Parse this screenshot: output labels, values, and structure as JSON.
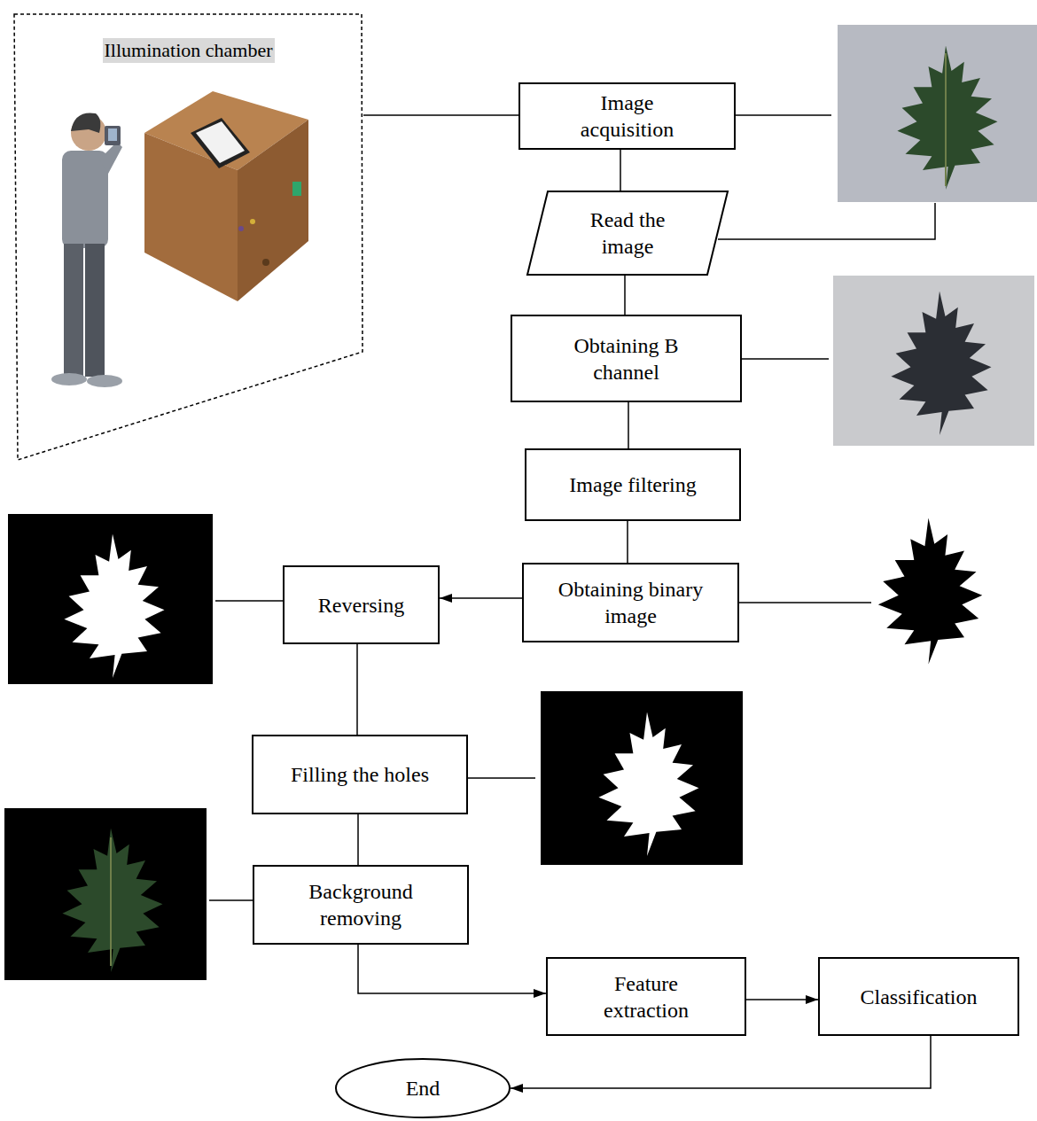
{
  "diagram": {
    "nodes": [
      {
        "text": [
          "Illumination chamber"
        ]
      },
      {
        "text": [
          "Image acquisition"
        ]
      },
      {
        "text": [
          "Read the image"
        ]
      },
      {
        "text": [
          "Obtaining B channel"
        ]
      },
      {
        "text": [
          "Image filtering"
        ]
      },
      {
        "text": [
          "Obtaining binary image"
        ]
      },
      {
        "text": [
          "Reversing"
        ]
      },
      {
        "text": [
          "Filling the holes"
        ]
      },
      {
        "text": [
          "Background removing"
        ]
      },
      {
        "text": [
          "Feature extraction"
        ]
      },
      {
        "text": [
          "Classification"
        ]
      },
      {
        "text": [
          "End"
        ]
      }
    ],
    "edges": [
      {
        "from": 0,
        "to": 1,
        "arrow": "none"
      },
      {
        "from": 1,
        "to": 2,
        "arrow": "none"
      },
      {
        "from": 2,
        "to": 3,
        "arrow": "none"
      },
      {
        "from": 3,
        "to": 4,
        "arrow": "none"
      },
      {
        "from": 4,
        "to": 5,
        "arrow": "none"
      },
      {
        "from": 5,
        "to": 6,
        "arrow": "to"
      },
      {
        "from": 6,
        "to": 7,
        "arrow": "none"
      },
      {
        "from": 7,
        "to": 8,
        "arrow": "none"
      },
      {
        "from": 8,
        "to": 9,
        "arrow": "to"
      },
      {
        "from": 9,
        "to": 10,
        "arrow": "to"
      },
      {
        "from": 10,
        "to": 11,
        "arrow": "to"
      }
    ]
  }
}
